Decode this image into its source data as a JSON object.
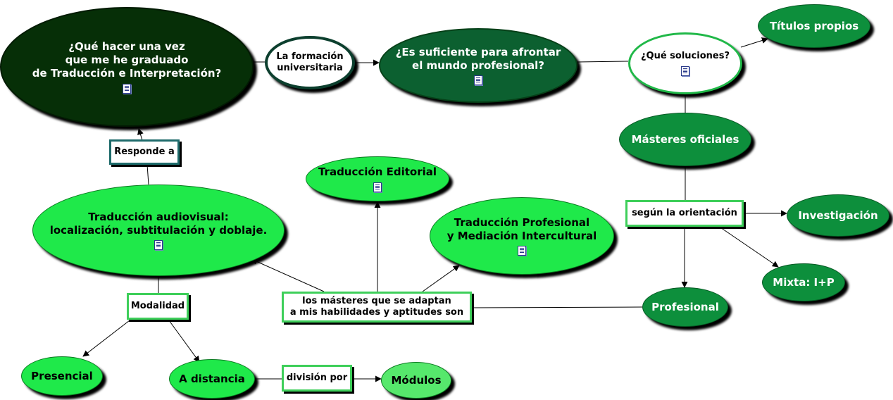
{
  "nodes": {
    "question_after_graduating": "¿Qué hacer una vez\nque me he graduado\nde Traducción e Interpretación?",
    "university_training": "La formación\nuniversitaria",
    "is_it_enough": "¿Es suficiente para afrontar\nel mundo profesional?",
    "what_solutions": "¿Qué soluciones?",
    "own_degrees": "Títulos propios",
    "official_masters": "Másteres oficiales",
    "by_orientation": "según la orientación",
    "research": "Investigación",
    "mixed": "Mixta: I+P",
    "professional": "Profesional",
    "editorial_translation": "Traducción Editorial",
    "av_translation": "Traducción audiovisual:\nlocalización, subtitulación y doblaje.",
    "professional_translation": "Traducción Profesional\ny Mediación Intercultural",
    "responds_to": "Responde a",
    "adapted_masters": "los másteres que se adaptan\na mis habilidades y aptitudes son",
    "modality": "Modalidad",
    "in_person": "Presencial",
    "distance": "A distancia",
    "divided_by": "división por",
    "modules": "Módulos"
  },
  "colors": {
    "darkest": "#062f07",
    "dark": "#0c6030",
    "medium": "#0d8f3c",
    "bright": "#1fe94a",
    "light": "#56e86c",
    "box_border_teal": "#1e6b6b",
    "box_border_green": "#3ecf5a"
  },
  "icons": [
    "document-icon"
  ]
}
